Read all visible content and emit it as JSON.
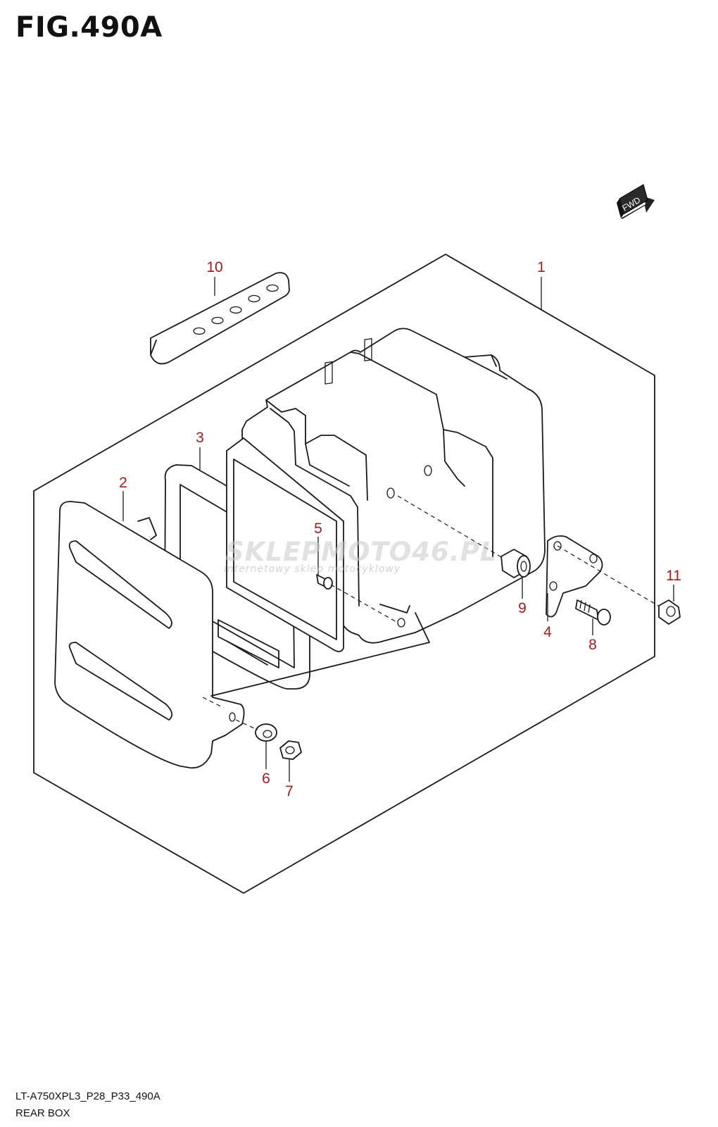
{
  "figure": {
    "title": "FIG.490A",
    "direction_label": "FWD",
    "watermark": "SKLEPMOTO46.PL",
    "watermark_sub": "internetowy sklep motocyklowy",
    "diagram_code": "LT-A750XPL3_P28_P33_490A",
    "diagram_name": "REAR BOX"
  },
  "callouts": [
    {
      "id": "1",
      "label": "1"
    },
    {
      "id": "2",
      "label": "2"
    },
    {
      "id": "3",
      "label": "3"
    },
    {
      "id": "4",
      "label": "4"
    },
    {
      "id": "5",
      "label": "5"
    },
    {
      "id": "6",
      "label": "6"
    },
    {
      "id": "7",
      "label": "7"
    },
    {
      "id": "8",
      "label": "8"
    },
    {
      "id": "9",
      "label": "9"
    },
    {
      "id": "10",
      "label": "10"
    },
    {
      "id": "11",
      "label": "11"
    }
  ],
  "colors": {
    "callout": "#a31b1b",
    "line": "#1a1a1a",
    "watermark": "#c8c8c8"
  }
}
